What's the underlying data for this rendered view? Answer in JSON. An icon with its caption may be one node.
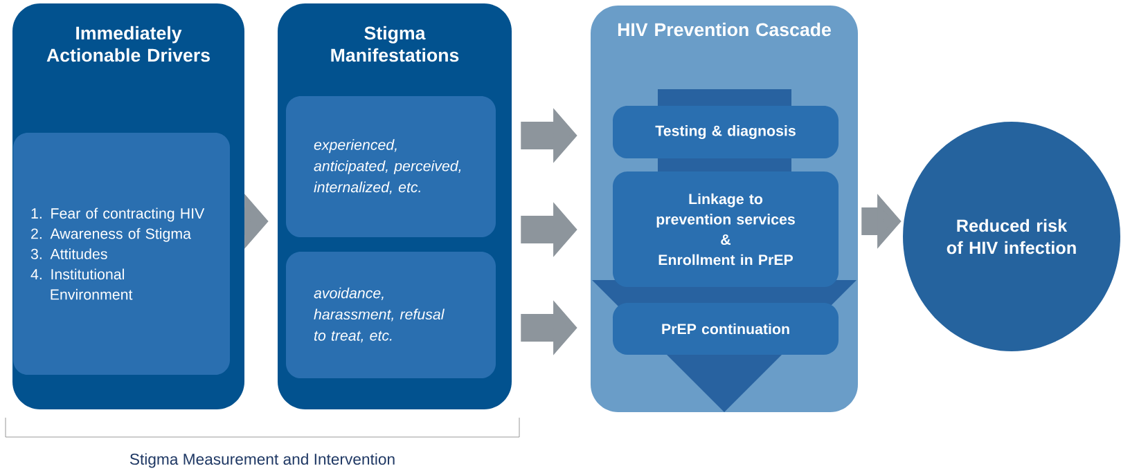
{
  "diagram": {
    "nodes": [
      {
        "text": [
          "Immediately Actionable Drivers"
        ]
      },
      {
        "text": [
          "1. Fear of contracting HIV",
          "2. Awareness of Stigma",
          "3. Attitudes",
          "4. Institutional Environment"
        ],
        "in": 0
      },
      {
        "text": [
          "Stigma Manifestations"
        ]
      },
      {
        "text": [
          "experienced, anticipated, perceived, internalized, etc."
        ],
        "in": 2
      },
      {
        "text": [
          "avoidance, harassment, refusal to treat, etc."
        ],
        "in": 2
      },
      {
        "text": [
          "HIV Prevention Cascade"
        ]
      },
      {
        "text": [
          "Testing & diagnosis"
        ],
        "in": 5
      },
      {
        "text": [
          "Linkage to prevention services",
          "&",
          "Enrollment in PrEP"
        ],
        "in": 5
      },
      {
        "text": [
          "PrEP continuation"
        ],
        "in": 5
      },
      {
        "text": [
          "Reduced risk of HIV infection"
        ]
      }
    ],
    "edges": [
      {
        "from": 0,
        "to": 2,
        "arrow": "to"
      },
      {
        "from": 2,
        "to": 6,
        "arrow": "to"
      },
      {
        "from": 2,
        "to": 7,
        "arrow": "to"
      },
      {
        "from": 2,
        "to": 8,
        "arrow": "to"
      },
      {
        "from": 5,
        "to": 9,
        "arrow": "to"
      }
    ],
    "labels": [
      "Stigma Measurement and Intervention"
    ]
  }
}
